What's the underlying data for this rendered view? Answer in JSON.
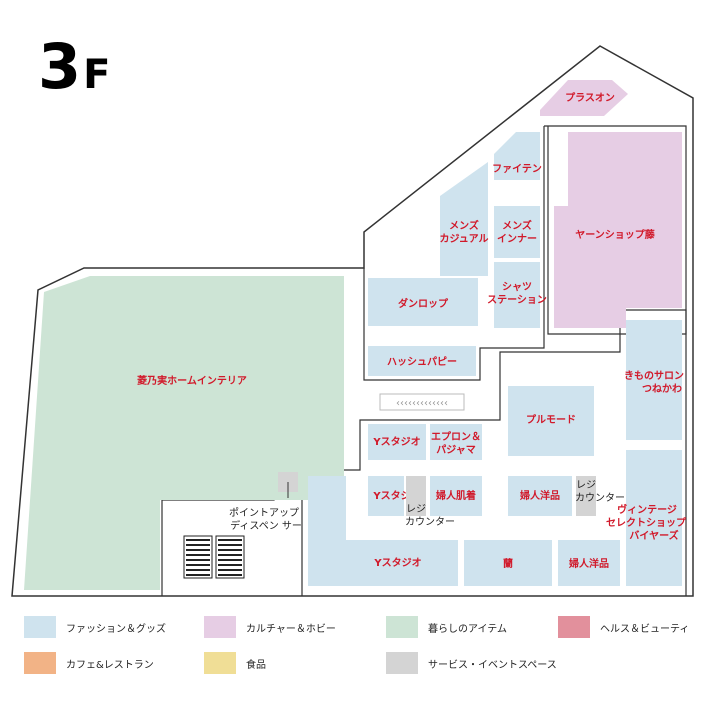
{
  "floor": {
    "number": "3",
    "unit": "F"
  },
  "colors": {
    "fashion": "#cfe3ee",
    "culture": "#e6cde4",
    "living": "#cde4d5",
    "health": "#e2909c",
    "cafe": "#f2b386",
    "food": "#f0de96",
    "service": "#d4d4d4",
    "label": "#d1192a",
    "outline": "#333333"
  },
  "shops": {
    "plaza_on": "プラスオン",
    "phiten": "ファイテン",
    "mens_casual": [
      "メンズ",
      "カジュアル"
    ],
    "mens_inner": [
      "メンズ",
      "インナー"
    ],
    "yarn_shop": "ヤーンショップ藤",
    "shirt_station": [
      "シャツ",
      "ステーション"
    ],
    "dunlop": "ダンロップ",
    "hush_puppies": "ハッシュパピー",
    "hishinomi": "菱乃実ホームインテリア",
    "kimono": [
      "きものサロン",
      "つねかわ"
    ],
    "apron": [
      "エプロン＆",
      "パジャマ"
    ],
    "y_studio_1": "Yスタジオ",
    "pulmode": "プルモード",
    "y_studio_2": "Yスタジオ",
    "fujin_hadagi": "婦人肌着",
    "fujin_yohin_1": "婦人洋品",
    "vintage": [
      "ヴィンテージ",
      "セレクトショップ",
      "バイヤーズ"
    ],
    "y_studio_3": "Yスタジオ",
    "ran": "蘭",
    "fujin_yohin_2": "婦人洋品"
  },
  "service": {
    "point_up": [
      "ポイントアップ",
      "ディスペン サー"
    ],
    "register_1": [
      "レジ",
      "カウンター"
    ],
    "register_2": [
      "レジ",
      "カウンター"
    ]
  },
  "legend": [
    {
      "label": "ファッション＆グッズ",
      "color": "#cfe3ee"
    },
    {
      "label": "カルチャー＆ホビー",
      "color": "#e6cde4"
    },
    {
      "label": "暮らしのアイテム",
      "color": "#cde4d5"
    },
    {
      "label": "ヘルス＆ビューティ",
      "color": "#e2909c"
    },
    {
      "label": "カフェ&レストラン",
      "color": "#f2b386"
    },
    {
      "label": "食品",
      "color": "#f0de96"
    },
    {
      "label": "サービス・イベントスペース",
      "color": "#d4d4d4"
    }
  ]
}
